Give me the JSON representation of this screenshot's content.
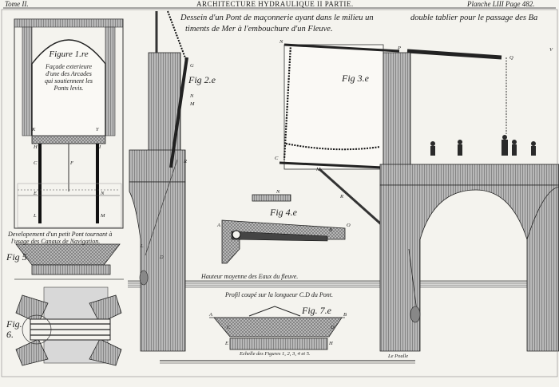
{
  "header": {
    "tome": "Tome II.",
    "section": "ARCHITECTURE HYDRAULIQUE II PARTIE.",
    "plate": "Planche LIII Page 482."
  },
  "title": {
    "line1": "Dessein d'un Pont de maçonnerie ayant dans le milieu un",
    "line1_right": "double tablier pour le passage des Ba",
    "line2": "timents de Mer à l'embouchure d'un Fleuve."
  },
  "figures": {
    "fig1": {
      "label": "Figure 1.re",
      "caption": [
        "Façade exterieure",
        "d'une des Arcades",
        "qui soutiennent les",
        "Ponts levis."
      ]
    },
    "fig2": "Fig 2.e",
    "fig3": "Fig 3.e",
    "fig4": "Fig 4.e",
    "fig5": "Fig 5",
    "fig6": "Fig. 6.",
    "fig7": "Fig. 7.e"
  },
  "captions": {
    "developement": [
      "Developement d'un petit Pont tournant à",
      "l'usage des Canaux de Navigation."
    ],
    "hauteur": "Hauteur moyenne des Eaux du fleuve.",
    "profil": "Profil coupé sur la longueur C.D du Pont.",
    "echelle": "Echelle des Figures 1, 2, 3, 4 et 5.",
    "signature": "Le Poulle"
  },
  "letters": {
    "fig1": [
      "K",
      "Y",
      "H",
      "I",
      "C",
      "F",
      "E",
      "L",
      "M",
      "N"
    ],
    "fig2": [
      "G",
      "N",
      "M",
      "R",
      "L",
      "D"
    ],
    "fig3": [
      "C",
      "M",
      "N",
      "P",
      "Q",
      "R",
      "V"
    ],
    "fig4": [
      "A",
      "B",
      "O",
      "N"
    ],
    "fig7": [
      "A",
      "B",
      "C",
      "D",
      "E",
      "H"
    ]
  },
  "colors": {
    "paper": "#f4f3ee",
    "ink": "#1c1c1c",
    "stone_hatch": "#6b6b6b",
    "water": "#cfcfcf"
  }
}
